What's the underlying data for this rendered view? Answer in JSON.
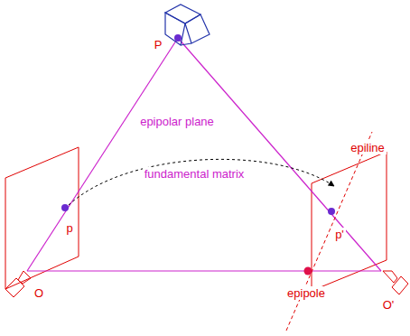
{
  "diagram": {
    "labels": [
      "P",
      "epipolar plane",
      "fundamental matrix",
      "epiline",
      "p",
      "p'",
      "O",
      "O'",
      "epipole"
    ]
  }
}
